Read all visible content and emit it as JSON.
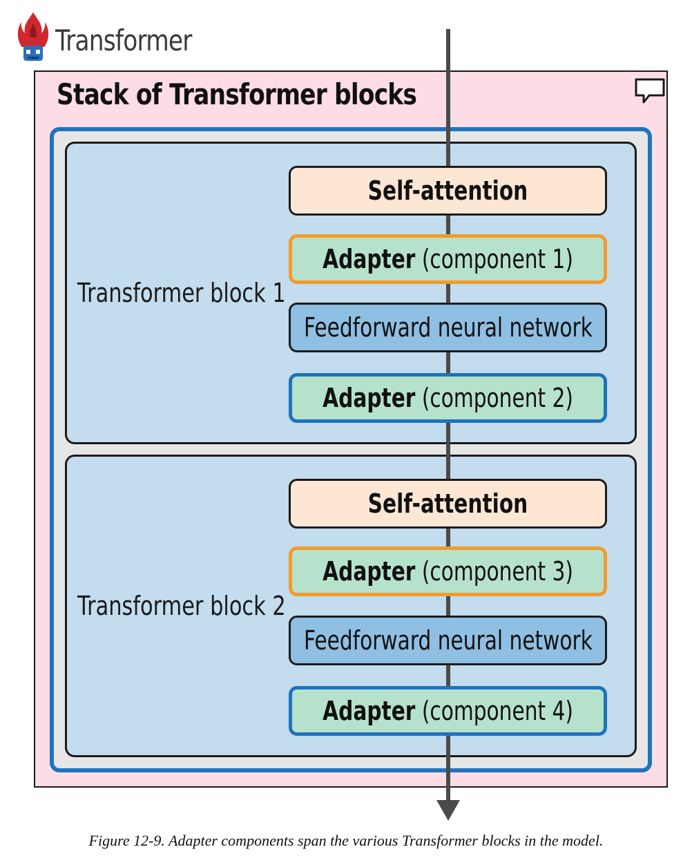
{
  "logo": {
    "text": "Transformer",
    "icon": "flame-robot-icon"
  },
  "stack": {
    "title": "Stack of Transformer blocks",
    "icon": "comment-icon"
  },
  "blocks": [
    {
      "label": "Transformer block 1",
      "layers": [
        {
          "kind": "self-attention",
          "text": "Self-attention"
        },
        {
          "kind": "adapter",
          "bold": "Adapter",
          "rest": " (component 1)",
          "border_color": "#f39a2b"
        },
        {
          "kind": "ffn",
          "text": "Feedforward neural network"
        },
        {
          "kind": "adapter",
          "bold": "Adapter",
          "rest": " (component 2)",
          "border_color": "#1e73be"
        }
      ]
    },
    {
      "label": "Transformer block 2",
      "layers": [
        {
          "kind": "self-attention",
          "text": "Self-attention"
        },
        {
          "kind": "adapter",
          "bold": "Adapter",
          "rest": " (component 3)",
          "border_color": "#f39a2b"
        },
        {
          "kind": "ffn",
          "text": "Feedforward neural network"
        },
        {
          "kind": "adapter",
          "bold": "Adapter",
          "rest": " (component 4)",
          "border_color": "#1e73be"
        }
      ]
    }
  ],
  "caption": "Figure 12-9. Adapter components span the various Transformer blocks in the model.",
  "colors": {
    "stack_bg": "#fcdde6",
    "block_bg": "#c3dcee",
    "self_attention": "#fde6d4",
    "ffn": "#8fbfe2",
    "adapter": "#b6e2cc",
    "frame_blue": "#1e73be",
    "adapter_orange": "#f39a2b"
  }
}
